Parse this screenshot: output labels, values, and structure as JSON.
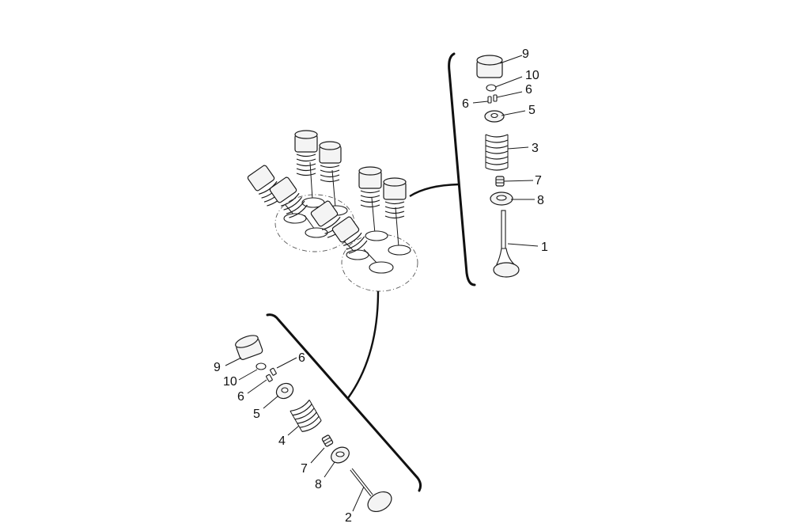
{
  "callouts": {
    "top": {
      "c9": "9",
      "c10": "10",
      "c6a": "6",
      "c6b": "6",
      "c5": "5",
      "c3": "3",
      "c7": "7",
      "c8": "8",
      "c1": "1"
    },
    "bottom": {
      "c9": "9",
      "c10": "10",
      "c6a": "6",
      "c6b": "6",
      "c5": "5",
      "c4": "4",
      "c7": "7",
      "c8": "8",
      "c2": "2"
    }
  },
  "colors": {
    "line": "#1a1a1a",
    "fill": "#f4f4f4"
  }
}
